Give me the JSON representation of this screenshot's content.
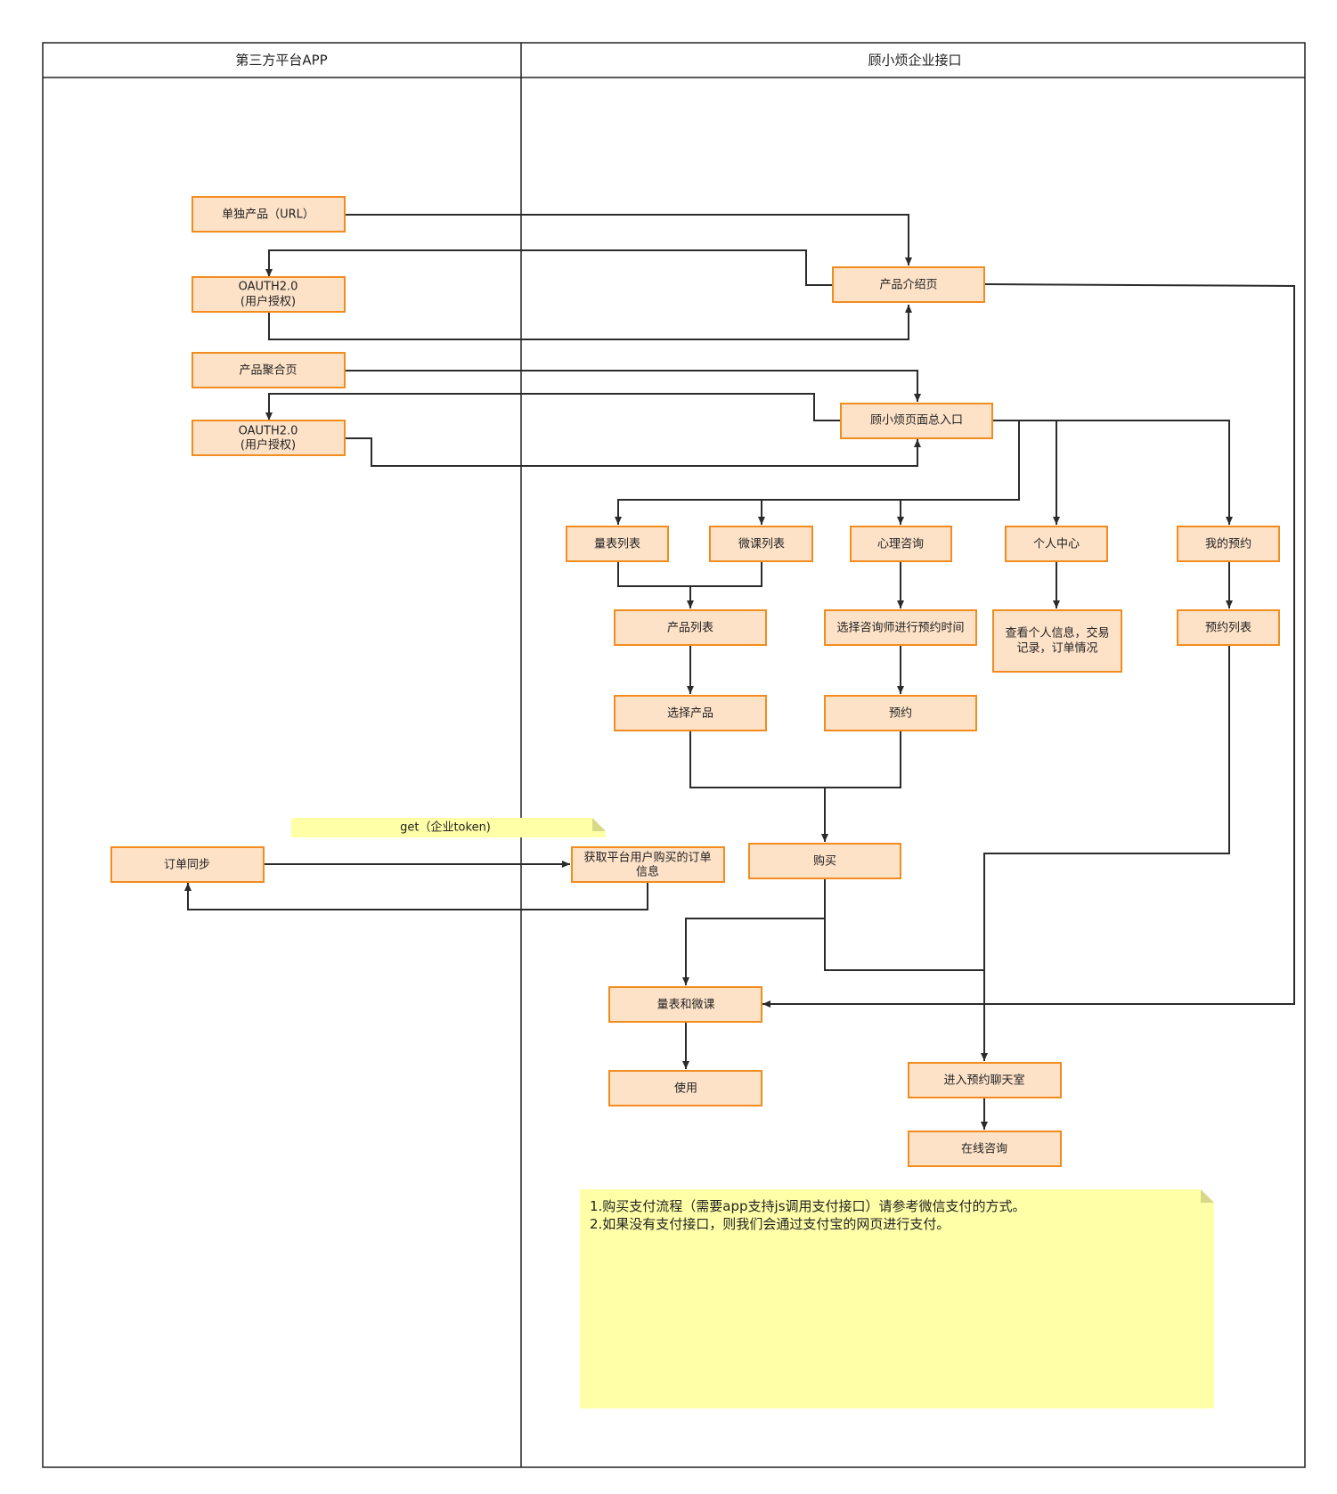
{
  "lanes": {
    "left_title": "第三方平台APP",
    "right_title": "顾小烦企业接口"
  },
  "nodes": {
    "single_product": "单独产品（URL）",
    "oauth1_line1": "OAUTH2.0",
    "oauth1_line2": "(用户授权)",
    "product_aggregate": "产品聚合页",
    "oauth2_line1": "OAUTH2.0",
    "oauth2_line2": "(用户授权)",
    "product_intro": "产品介绍页",
    "main_entry": "顾小烦页面总入口",
    "scale_list": "量表列表",
    "microcourse_list": "微课列表",
    "counseling": "心理咨询",
    "personal_center": "个人中心",
    "my_appointments": "我的预约",
    "product_list": "产品列表",
    "choose_counselor": "选择咨询师进行预约时间",
    "view_info_line1": "查看个人信息，交易",
    "view_info_line2": "记录，订单情况",
    "appointment_list": "预约列表",
    "choose_product": "选择产品",
    "appointment": "预约",
    "purchase": "购买",
    "order_sync": "订单同步",
    "get_orders_line1": "获取平台用户购买的订单",
    "get_orders_line2": "信息",
    "scale_and_course": "量表和微课",
    "use": "使用",
    "enter_chatroom": "进入预约聊天室",
    "online_consult": "在线咨询"
  },
  "notes": {
    "token_note": "get（企业token)",
    "payment_line1": "1.购买支付流程（需要app支持js调用支付接口）请参考微信支付的方式。",
    "payment_line2": "2.如果没有支付接口，则我们会通过支付宝的网页进行支付。"
  },
  "colors": {
    "box_fill": "#fde2c8",
    "box_stroke": "#f28c1e",
    "note_fill": "#ffffa8",
    "note_fold": "#d8d889",
    "line": "#2b2b2b"
  }
}
